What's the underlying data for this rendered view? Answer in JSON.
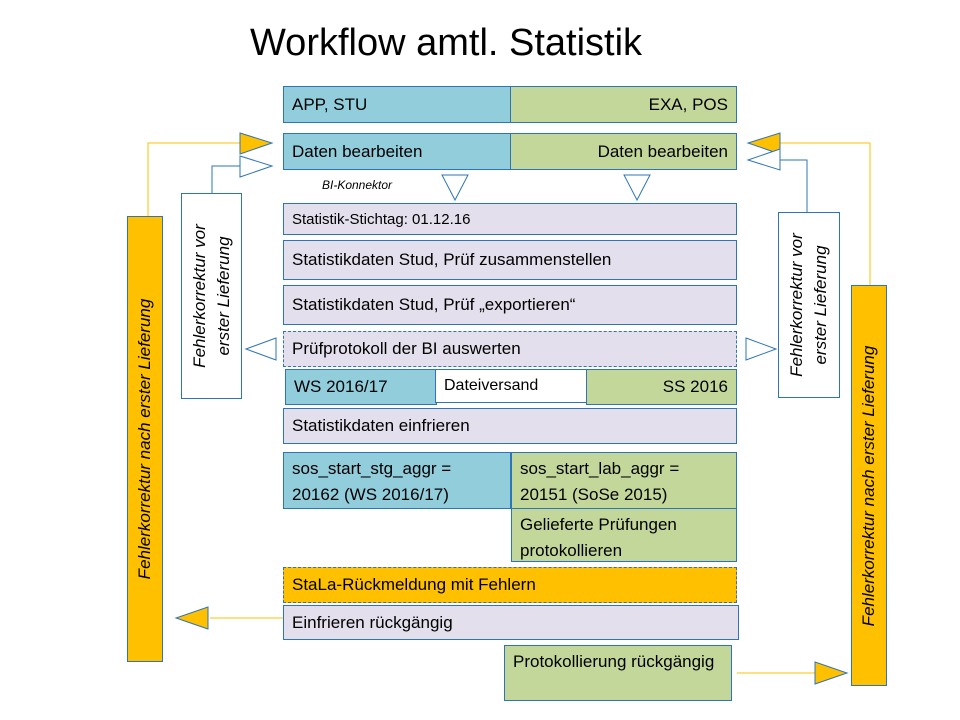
{
  "title": "Workflow amtl. Statistik",
  "colors": {
    "blue": "#92cddc",
    "green": "#c4d79b",
    "lavender": "#e4dfec",
    "orange": "#ffc000",
    "border": "#2e75b6"
  },
  "header": {
    "left": "APP, STU",
    "right": "EXA, POS"
  },
  "edit": {
    "left": "Daten bearbeiten",
    "right": "Daten bearbeiten"
  },
  "bi_konnektor": "BI-Konnektor",
  "steps": {
    "stichtag": "Statistik-Stichtag: 01.12.16",
    "zusammenstellen": "Statistikdaten Stud, Prüf zusammenstellen",
    "exportieren": "Statistikdaten Stud, Prüf „exportieren“",
    "pruefprotokoll": "Prüfprotokoll der BI auswerten",
    "ws": "WS 2016/17",
    "dateiversand": "Dateiversand",
    "ss": "SS 2016",
    "einfrieren": "Statistikdaten einfrieren",
    "stg_aggr": "sos_start_stg_aggr = 20162 (WS 2016/17)",
    "lab_aggr": "sos_start_lab_aggr = 20151 (SoSe 2015)",
    "pruefungen": "Gelieferte Prüfungen protokollieren",
    "stala": "StaLa-Rückmeldung mit Fehlern",
    "einfrieren_rueck": "Einfrieren rückgängig",
    "protokoll_rueck": "Protokollierung rückgängig"
  },
  "side": {
    "vor_left": "Fehlerkorrektur vor erster Lieferung",
    "vor_right": "Fehlerkorrektur vor erster Lieferung",
    "nach_left": "Fehlerkorrektur nach erster Lieferung",
    "nach_right": "Fehlerkorrektur nach erster Lieferung"
  }
}
